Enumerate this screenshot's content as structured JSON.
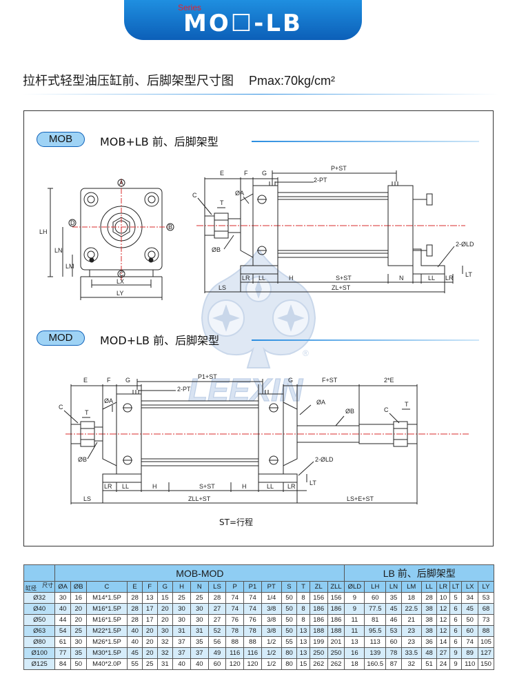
{
  "header": {
    "series_label": "Series",
    "title": "MO☐-LB"
  },
  "page_title": {
    "text": "拉杆式轻型油压缸前、后脚架型尺寸图",
    "pmax": "Pmax:70kg/cm²"
  },
  "sections": [
    {
      "tag": "MOB",
      "title": "MOB+LB  前、后脚架型"
    },
    {
      "tag": "MOD",
      "title": "MOD+LB  前、后脚架型"
    }
  ],
  "labels": {
    "end_view": {
      "A": "A",
      "B": "B",
      "C": "C",
      "D": "D",
      "LH": "LH",
      "LN": "LN",
      "LM": "LM",
      "LX": "LX",
      "LY": "LY"
    },
    "mob": {
      "E": "E",
      "F": "F",
      "G": "G",
      "P_ST": "P+ST",
      "PT": "2-PT",
      "C": "C",
      "T": "T",
      "OA": "ØA",
      "OB": "ØB",
      "OLD": "2-ØLD",
      "LR1": "LR",
      "LL1": "LL",
      "H": "H",
      "S_ST": "S+ST",
      "N": "N",
      "LL2": "LL",
      "LR2": "LR",
      "LT": "LT",
      "LS": "LS",
      "ZL_ST": "ZL+ST"
    },
    "mod": {
      "E": "E",
      "F": "F",
      "G1": "G",
      "P1_ST": "P1+ST",
      "PT": "2-PT",
      "G2": "G",
      "F_ST": "F+ST",
      "E2": "2*E",
      "C1": "C",
      "T1": "T",
      "OA1": "ØA",
      "OB1": "ØB",
      "OA2": "ØA",
      "OB2": "ØB",
      "C2": "C",
      "T2": "T",
      "OLD": "2-ØLD",
      "LR1": "LR",
      "LL1": "LL",
      "H1": "H",
      "S_ST": "S+ST",
      "H2": "H",
      "LL2": "LL",
      "LR2": "LR",
      "LT": "LT",
      "LS": "LS",
      "ZLL_ST": "ZLL+ST",
      "LS_E_ST": "LS+E+ST"
    }
  },
  "watermark": {
    "brand": "LEEXIN",
    "reg": "®"
  },
  "st_note": "ST=行程",
  "table": {
    "group_left": "MOB-MOD",
    "group_right": "LB 前、后脚架型",
    "corner_top": "尺寸",
    "corner_bottom": "缸径",
    "columns": [
      "ØA",
      "ØB",
      "C",
      "E",
      "F",
      "G",
      "H",
      "N",
      "LS",
      "P",
      "P1",
      "PT",
      "S",
      "T",
      "ZL",
      "ZLL",
      "ØLD",
      "LH",
      "LN",
      "LM",
      "LL",
      "LR",
      "LT",
      "LX",
      "LY"
    ],
    "rows": [
      {
        "bore": "Ø32",
        "values": [
          "30",
          "16",
          "M14*1.5P",
          "28",
          "13",
          "15",
          "25",
          "25",
          "28",
          "74",
          "74",
          "1/4",
          "50",
          "8",
          "156",
          "156",
          "9",
          "60",
          "35",
          "18",
          "28",
          "10",
          "5",
          "34",
          "53"
        ]
      },
      {
        "bore": "Ø40",
        "values": [
          "40",
          "20",
          "M16*1.5P",
          "28",
          "17",
          "20",
          "30",
          "30",
          "27",
          "74",
          "74",
          "3/8",
          "50",
          "8",
          "186",
          "186",
          "9",
          "77.5",
          "45",
          "22.5",
          "38",
          "12",
          "6",
          "45",
          "68"
        ]
      },
      {
        "bore": "Ø50",
        "values": [
          "44",
          "20",
          "M16*1.5P",
          "28",
          "17",
          "20",
          "30",
          "30",
          "27",
          "76",
          "76",
          "3/8",
          "50",
          "8",
          "186",
          "186",
          "11",
          "81",
          "46",
          "21",
          "38",
          "12",
          "6",
          "50",
          "73"
        ]
      },
      {
        "bore": "Ø63",
        "values": [
          "54",
          "25",
          "M22*1.5P",
          "40",
          "20",
          "30",
          "31",
          "31",
          "52",
          "78",
          "78",
          "3/8",
          "50",
          "13",
          "188",
          "188",
          "11",
          "95.5",
          "53",
          "23",
          "38",
          "12",
          "6",
          "60",
          "88"
        ]
      },
      {
        "bore": "Ø80",
        "values": [
          "61",
          "30",
          "M26*1.5P",
          "40",
          "20",
          "32",
          "37",
          "35",
          "56",
          "88",
          "88",
          "1/2",
          "55",
          "13",
          "199",
          "201",
          "13",
          "113",
          "60",
          "23",
          "36",
          "14",
          "6",
          "74",
          "105"
        ]
      },
      {
        "bore": "Ø100",
        "values": [
          "77",
          "35",
          "M30*1.5P",
          "45",
          "20",
          "32",
          "37",
          "37",
          "49",
          "116",
          "116",
          "1/2",
          "80",
          "13",
          "250",
          "250",
          "16",
          "139",
          "78",
          "33.5",
          "48",
          "27",
          "9",
          "89",
          "127"
        ]
      },
      {
        "bore": "Ø125",
        "values": [
          "84",
          "50",
          "M40*2.0P",
          "55",
          "25",
          "31",
          "40",
          "40",
          "60",
          "120",
          "120",
          "1/2",
          "80",
          "15",
          "262",
          "262",
          "18",
          "160.5",
          "87",
          "32",
          "51",
          "24",
          "9",
          "110",
          "150"
        ]
      }
    ]
  },
  "colors": {
    "banner": "#0c5fb8",
    "accent": "#8fcdf3",
    "red_center": "#d92b2b",
    "watermark": "#9db7da"
  }
}
